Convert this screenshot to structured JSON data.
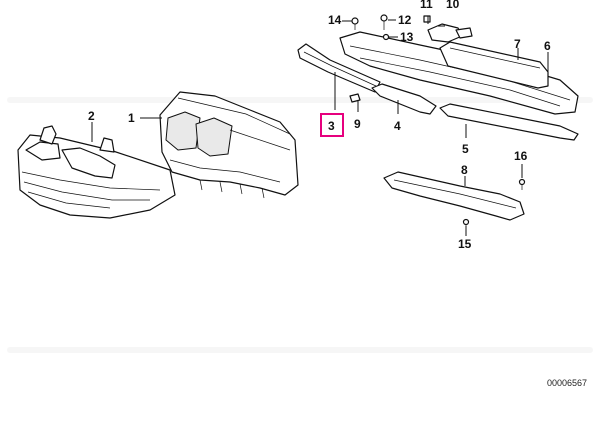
{
  "callouts": {
    "c1": "1",
    "c2": "2",
    "c3": "3",
    "c4": "4",
    "c5": "5",
    "c6": "6",
    "c7": "7",
    "c8": "8",
    "c9": "9",
    "c10": "10",
    "c11": "11",
    "c12": "12",
    "c13": "13",
    "c14": "14",
    "c15": "15",
    "c16": "16"
  },
  "highlight_color": "#e6007e",
  "document_number": "00006567"
}
